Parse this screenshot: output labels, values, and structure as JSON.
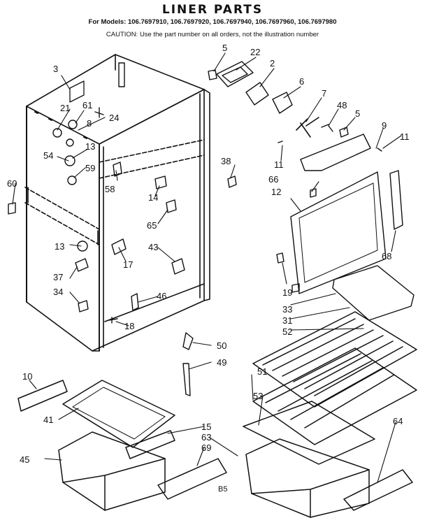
{
  "header": {
    "title": "LINER PARTS",
    "models": "For Models: 106.7697910, 106.7697920, 106.7697940, 106.7697960, 106.7697980",
    "caution": "CAUTION: Use the part number on all orders, not the illustration number"
  },
  "callouts": [
    {
      "id": "c1",
      "text": "5"
    },
    {
      "id": "c2",
      "text": "22"
    },
    {
      "id": "c3",
      "text": "2"
    },
    {
      "id": "c4",
      "text": "3"
    },
    {
      "id": "c5",
      "text": "6"
    },
    {
      "id": "c6",
      "text": "7"
    },
    {
      "id": "c7",
      "text": "48"
    },
    {
      "id": "c8",
      "text": "5"
    },
    {
      "id": "c9",
      "text": "21"
    },
    {
      "id": "c10",
      "text": "61"
    },
    {
      "id": "c11",
      "text": "8"
    },
    {
      "id": "c12",
      "text": "24"
    },
    {
      "id": "c13",
      "text": "9"
    },
    {
      "id": "c14",
      "text": "11"
    },
    {
      "id": "c15",
      "text": "54"
    },
    {
      "id": "c16",
      "text": "13"
    },
    {
      "id": "c17",
      "text": "59"
    },
    {
      "id": "c18",
      "text": "38"
    },
    {
      "id": "c19",
      "text": "11"
    },
    {
      "id": "c20",
      "text": "60"
    },
    {
      "id": "c21",
      "text": "58"
    },
    {
      "id": "c22",
      "text": "66"
    },
    {
      "id": "c23",
      "text": "14"
    },
    {
      "id": "c24",
      "text": "12"
    },
    {
      "id": "c25",
      "text": "65"
    },
    {
      "id": "c26",
      "text": "13"
    },
    {
      "id": "c27",
      "text": "43"
    },
    {
      "id": "c28",
      "text": "68"
    },
    {
      "id": "c29",
      "text": "17"
    },
    {
      "id": "c30",
      "text": "37"
    },
    {
      "id": "c31",
      "text": "19"
    },
    {
      "id": "c32",
      "text": "34"
    },
    {
      "id": "c33",
      "text": "46"
    },
    {
      "id": "c34",
      "text": "33"
    },
    {
      "id": "c35",
      "text": "31"
    },
    {
      "id": "c36",
      "text": "52"
    },
    {
      "id": "c37",
      "text": "18"
    },
    {
      "id": "c38",
      "text": "50"
    },
    {
      "id": "c39",
      "text": "49"
    },
    {
      "id": "c40",
      "text": "10"
    },
    {
      "id": "c41",
      "text": "51"
    },
    {
      "id": "c42",
      "text": "53"
    },
    {
      "id": "c43",
      "text": "64"
    },
    {
      "id": "c44",
      "text": "41"
    },
    {
      "id": "c45",
      "text": "15"
    },
    {
      "id": "c46",
      "text": "63"
    },
    {
      "id": "c47",
      "text": "69"
    },
    {
      "id": "c48",
      "text": "45"
    }
  ],
  "footer_code": "B5"
}
